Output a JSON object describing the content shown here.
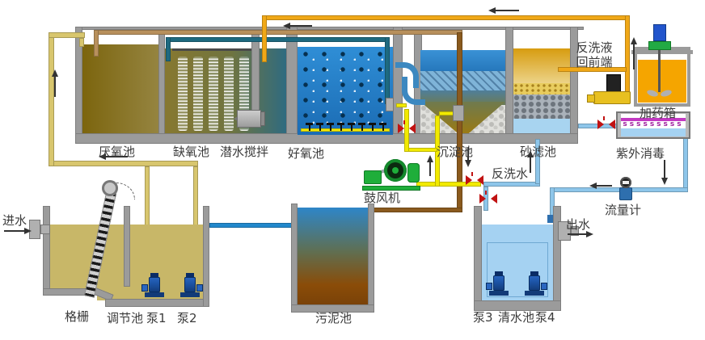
{
  "labels": {
    "inlet": "进水",
    "outlet": "出水",
    "screen": "格栅",
    "regulating_tank": "调节池",
    "pump1": "泵1",
    "pump2": "泵2",
    "anaerobic_tank": "厌氧池",
    "anoxic_tank": "缺氧池",
    "submersible_mixer": "潜水搅拌",
    "aerobic_tank": "好氧池",
    "sedimentation_tank": "沉淀池",
    "sand_filter": "砂滤池",
    "uv_disinfection": "紫外消毒",
    "dosing_tank": "加药箱",
    "blower": "鼓风机",
    "backwash_water": "反洗水",
    "backwash_return": [
      "反洗液",
      "回前端"
    ],
    "flow_meter": "流量计",
    "sludge_tank": "污泥池",
    "clean_water_tank": "清水池",
    "pump3": "泵3",
    "pump4": "泵4"
  },
  "uv_lamp_glyphs": "sssssssss",
  "colors": {
    "wall": "#9b9b9b",
    "pipe_air": "#f2ea00",
    "pipe_backwash": "#f0a818",
    "pipe_sludge_return": "#b8905c",
    "pipe_sludge": "#8a5a1e",
    "pipe_recycle": "#1e6a80",
    "pipe_water_light": "#8ec6ea",
    "pipe_water_blue": "#2288cc",
    "pipe_raw_yellow": "#d8c66e",
    "valve": "#c11212",
    "pump_blue": "#1d55a8",
    "blower_green": "#1fae3a",
    "chem_orange": "#f5a500",
    "uv_magenta": "#c238c2",
    "water_regulating": "#c8b768",
    "water_clean": "#a5d2f2"
  }
}
